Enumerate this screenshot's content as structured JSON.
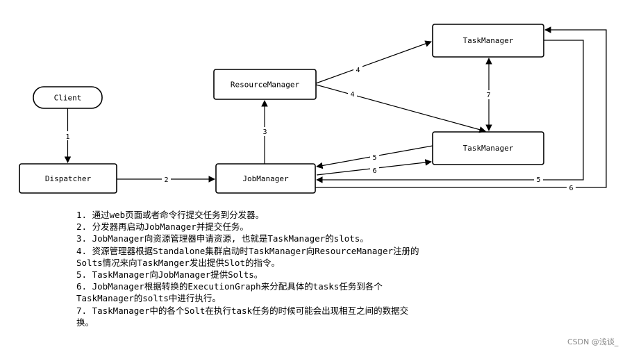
{
  "diagram": {
    "nodes": {
      "client": "Client",
      "dispatcher": "Dispatcher",
      "jobmanager": "JobManager",
      "resourcemanager": "ResourceManager",
      "taskmanager_top": "TaskManager",
      "taskmanager_bottom": "TaskManager"
    },
    "edges": {
      "client_to_dispatcher": "1",
      "dispatcher_to_jobmanager": "2",
      "jobmanager_to_resourcemanager": "3",
      "rm_to_tm_top": "4",
      "rm_to_tm_bottom": "4",
      "tm_bottom_to_jm": "5",
      "jm_to_tm_bottom": "6",
      "tm_top_tm_bottom": "7",
      "tm_top_to_jm_loop": "5",
      "jm_to_tm_top_loop": "6"
    }
  },
  "notes": [
    "1. 通过web页面或者命令行提交任务到分发器。",
    "2. 分发器再启动JobManager并提交任务。",
    "3. JobManager向资源管理器申请资源, 也就是TaskManager的slots。",
    "4. 资源管理器根据Standalone集群启动时TaskManager向ResourceManager注册的",
    "Solts情况来向TaskManger发出提供Slot的指令。",
    "5. TaskManager向JobManager提供Solts。",
    "6. JobManager根据转换的ExecutionGraph来分配具体的tasks任务到各个",
    "TaskManager的solts中进行执行。",
    "7. TaskManager中的各个Solt在执行task任务的时候可能会出现相互之间的数据交",
    "换。"
  ],
  "watermark": "CSDN @浅谈_"
}
